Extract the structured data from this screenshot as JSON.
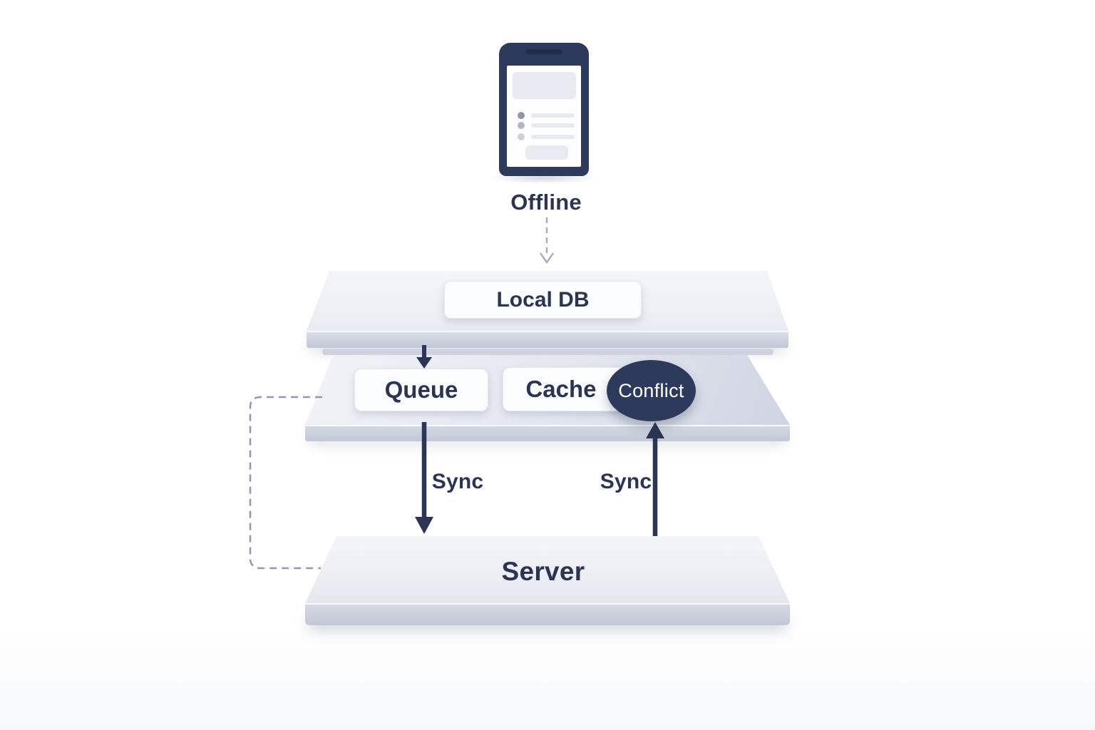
{
  "diagram": {
    "phone_label": "Offline",
    "local_db_label": "Local DB",
    "queue_label": "Queue",
    "cache_label": "Cache",
    "conflict_label": "Conflict",
    "sync_left_label": "Sync",
    "sync_right_label": "Sync",
    "server_label": "Server"
  },
  "colors": {
    "navy": "#2e3a5c",
    "text_navy": "#2b3553",
    "arrow": "#2c3654",
    "dashed_line": "#919aae",
    "card_bg": "#fbfcfe",
    "platform_front_a": "#d9dce6",
    "platform_front_b": "#c3c8d6",
    "conflict_bg": "#2e3a5c",
    "conflict_text": "#ffffff"
  }
}
